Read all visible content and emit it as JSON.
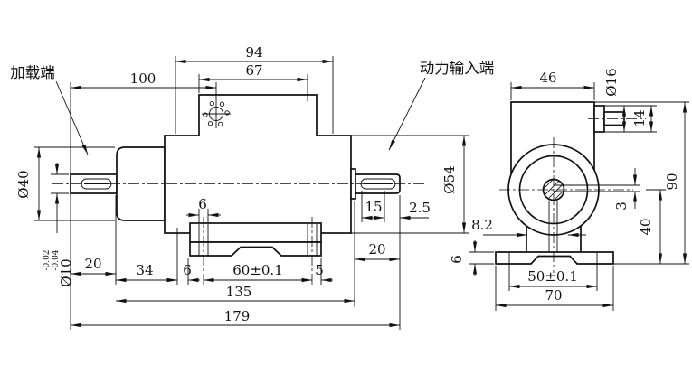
{
  "labels": {
    "load_end": "加载端",
    "power_input_end": "动力输入端"
  },
  "front": {
    "d100": "100",
    "d94": "94",
    "d67": "67",
    "dia40": "Ø40",
    "dia10": "Ø10",
    "dia10_tol_up": "-0.02",
    "dia10_tol_dn": "-0.04",
    "d20_left": "20",
    "d34": "34",
    "d6_bottom": "6",
    "d60": "60±0.1",
    "d5": "5",
    "d135": "135",
    "d179": "179",
    "d6_top": "6",
    "d15": "15",
    "d2_5": "2.5",
    "dia54": "Ø54",
    "d20_right": "20"
  },
  "side": {
    "d46": "46",
    "dia16": "Ø16",
    "d14": "14",
    "d90": "90",
    "d40": "40",
    "d3": "3",
    "d8_2": "8.2",
    "d6_plate": "6",
    "d50": "50±0.1",
    "d70": "70"
  }
}
